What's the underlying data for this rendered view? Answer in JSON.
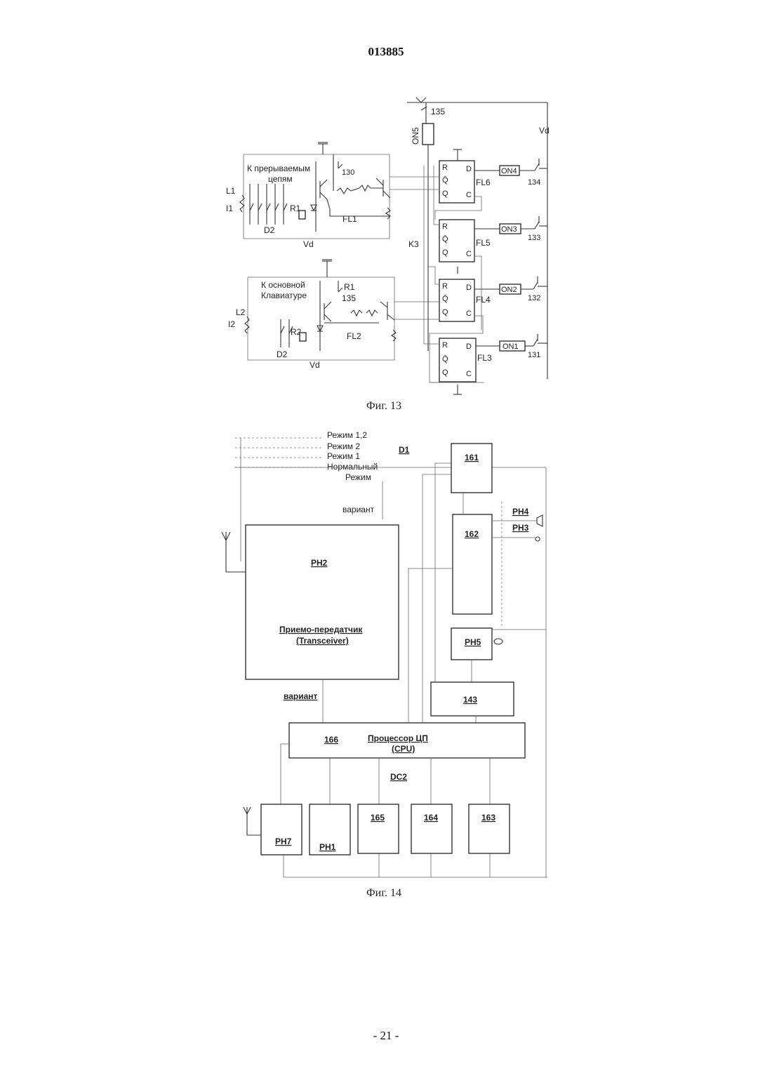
{
  "header": {
    "doc_number": "013885"
  },
  "footer": {
    "page_number": "- 21 -"
  },
  "fig13": {
    "caption": "Фиг. 13",
    "block1": {
      "title_line1": "К прерываемым",
      "title_line2": "цепям",
      "L": "L1",
      "I": "I1",
      "R": "R1",
      "D": "D2",
      "FL": "FL1",
      "Vd": "Vd",
      "sw": "130"
    },
    "block2": {
      "title_line1": "К основной",
      "title_line2": "Клавиатуре",
      "L": "L2",
      "I": "I2",
      "R_top": "R1",
      "sw": "135",
      "R": "R2",
      "D": "D2",
      "FL": "FL2",
      "Vd": "Vd"
    },
    "top": {
      "switch": "135",
      "relay": "ON5",
      "Vd": "Vd",
      "K": "K3"
    },
    "flipflops": [
      {
        "name": "FL6",
        "on": "ON4",
        "sw": "134"
      },
      {
        "name": "FL5",
        "on": "ON3",
        "sw": "133"
      },
      {
        "name": "FL4",
        "on": "ON2",
        "sw": "132"
      },
      {
        "name": "FL3",
        "on": "ON1",
        "sw": "131"
      }
    ],
    "ff_pins": {
      "R": "R",
      "D": "D",
      "Qbar": "Q̄",
      "Q": "Q",
      "C": "C"
    }
  },
  "fig14": {
    "caption": "Фиг. 14",
    "modes": [
      "Режим 1,2",
      "Режим  2",
      "Режим  1",
      "Нормальный"
    ],
    "mode_tail": "Режим",
    "bus_d1": "D1",
    "variant_top": "вариант",
    "variant_bottom": "вариант",
    "transceiver": {
      "id": "PH2",
      "line1": "Приемо-передатчик",
      "line2": "(Transceiver)"
    },
    "b161": "161",
    "b162": "162",
    "ph4": "PH4",
    "ph3": "PH3",
    "ph5": "PH5",
    "b143": "143",
    "cpu": {
      "id": "166",
      "line1": "Процессор  ЦП",
      "line2": "(CPU)"
    },
    "bus_dc2": "DC2",
    "bottom_blocks": [
      "PH7",
      "PH1",
      "165",
      "164",
      "163"
    ]
  }
}
